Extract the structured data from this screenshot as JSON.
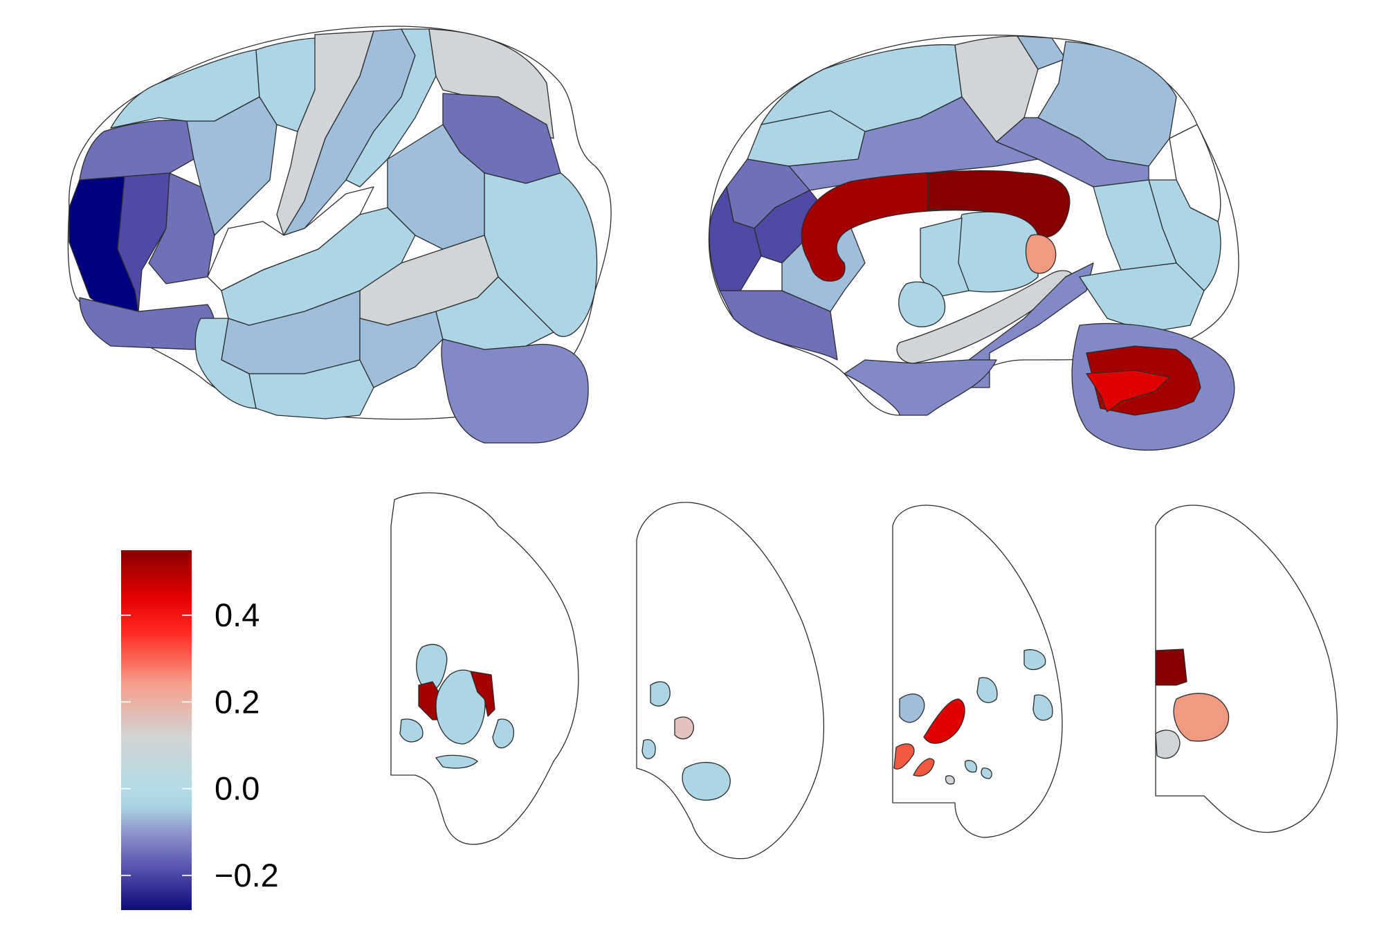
{
  "colorbar": {
    "ticks": [
      {
        "value": 0.4,
        "label": "0.4"
      },
      {
        "value": 0.2,
        "label": "0.2"
      },
      {
        "value": 0.0,
        "label": "0.0"
      },
      {
        "value": -0.2,
        "label": "−0.2"
      }
    ],
    "range": [
      -0.28,
      0.55
    ],
    "gradient": [
      {
        "value": -0.28,
        "color": "#0b0b7a"
      },
      {
        "value": -0.18,
        "color": "#5a55b0"
      },
      {
        "value": -0.1,
        "color": "#8e95cc"
      },
      {
        "value": -0.04,
        "color": "#a9d5e2"
      },
      {
        "value": 0.0,
        "color": "#b3dbe6"
      },
      {
        "value": 0.12,
        "color": "#d3d3d3"
      },
      {
        "value": 0.24,
        "color": "#f5a08c"
      },
      {
        "value": 0.36,
        "color": "#ff2a20"
      },
      {
        "value": 0.44,
        "color": "#e60000"
      },
      {
        "value": 0.55,
        "color": "#8a0000"
      }
    ]
  },
  "colors": {
    "deep_navy": "#000080",
    "dark_blue": "#4f4aa6",
    "indigo": "#6f71b8",
    "periwinkle": "#8189c6",
    "mid_blue": "#9fbedc",
    "light_blue": "#acd6e5",
    "grey": "#d2d5d8",
    "pink": "#f19a82",
    "salmon_light": "#e5c2be",
    "red_orange": "#f25a40",
    "red": "#e00000",
    "dark_red": "#a40000",
    "maroon": "#870000"
  }
}
